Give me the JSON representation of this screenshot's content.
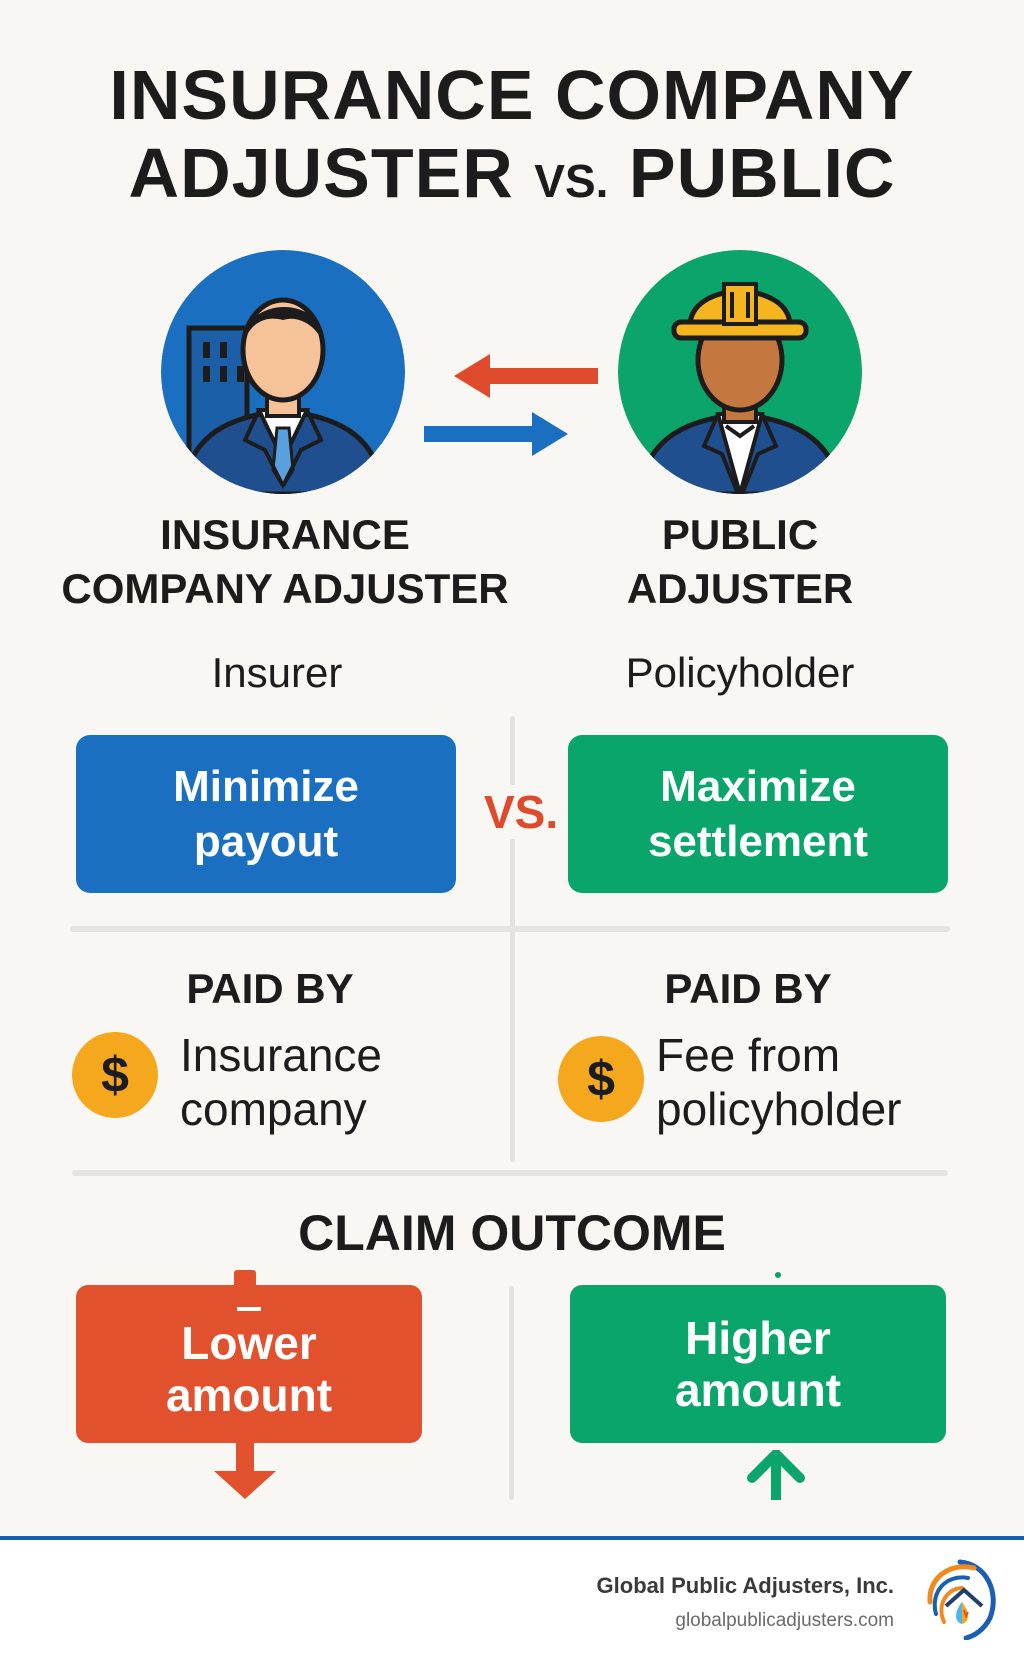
{
  "header": {
    "title_line1": "INSURANCE COMPANY",
    "title_line2_a": "ADJUSTER",
    "title_line2_vs": "VS.",
    "title_line2_b": "PUBLIC"
  },
  "left": {
    "avatar_icon": "office-adjuster-icon",
    "heading_line1": "INSURANCE",
    "heading_line2": "COMPANY ADJUSTER",
    "represents": "Insurer",
    "goal_line1": "Minimize",
    "goal_line2": "payout",
    "paid_by_title": "PAID BY",
    "paid_by_line1": "Insurance",
    "paid_by_line2": "company",
    "outcome_line1": "Lower",
    "outcome_line2": "amount"
  },
  "right": {
    "avatar_icon": "hardhat-adjuster-icon",
    "heading_line1": "PUBLIC",
    "heading_line2": "ADJUSTER",
    "represents": "Policyholder",
    "goal_line1": "Maximize",
    "goal_line2": "settlement",
    "paid_by_title": "PAID BY",
    "paid_by_line1": "Fee from",
    "paid_by_line2": "policyholder",
    "outcome_line1": "Higher",
    "outcome_line2": "amount"
  },
  "middle": {
    "vs_label": "VS."
  },
  "outcome": {
    "title": "CLAIM OUTCOME"
  },
  "icons": {
    "coin": "$"
  },
  "footer": {
    "company": "Global Public Adjusters, Inc.",
    "url": "globalpublicadjusters.com"
  },
  "colors": {
    "background": "#f9f7f3",
    "blue": "#1a6fc0",
    "green": "#09a56a",
    "red": "#e2512e",
    "coin": "#f5a81e",
    "text": "#1c1c1c",
    "footer_line": "#1a5fb4"
  }
}
